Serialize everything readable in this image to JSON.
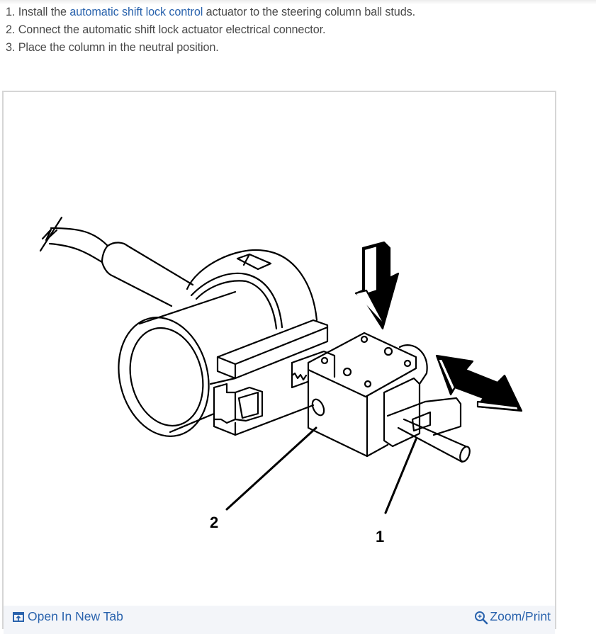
{
  "instructions": {
    "steps": [
      {
        "number": "1.",
        "before_link": "Install the ",
        "link_text": "automatic shift lock control",
        "after_link": " actuator to the steering column ball studs."
      },
      {
        "number": "2.",
        "text": "Connect the automatic shift lock actuator electrical connector."
      },
      {
        "number": "3.",
        "text": "Place the column in the neutral position."
      }
    ]
  },
  "figure": {
    "description": "Line illustration of automatic shift lock actuator mounted on steering column",
    "callouts": [
      {
        "label": "1"
      },
      {
        "label": "2"
      }
    ],
    "footer": {
      "open_new_tab_label": "Open In New Tab",
      "open_new_tab_icon": "open-in-new-tab-icon",
      "zoom_print_label": "Zoom/Print",
      "zoom_print_icon": "zoom-in-icon"
    }
  },
  "colors": {
    "text": "#4a4a4a",
    "link": "#2a63ad",
    "frame_border": "#d6d6d6",
    "footer_background": "#f3f5f9"
  }
}
